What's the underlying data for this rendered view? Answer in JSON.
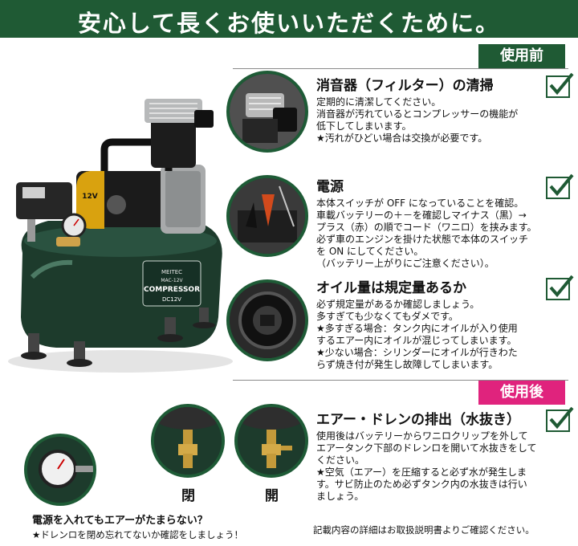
{
  "header": {
    "title": "安心して長くお使いいただくために。"
  },
  "tags": {
    "before": "使用前",
    "after": "使用後"
  },
  "items": [
    {
      "title": "消音器（フィルター）の清掃",
      "lines": [
        "定期的に清潔してください。",
        "消音器が汚れているとコンプレッサーの機能が",
        "低下してしまいます。",
        "★汚れがひどい場合は交換が必要です。"
      ]
    },
    {
      "title": "電源",
      "lines": [
        "本体スイッチが OFF になっていることを確認。",
        "車載バッテリーの＋－を確認しマイナス（黒）→",
        "プラス（赤）の順でコード（ワニロ）を挟みます。",
        "必ず車のエンジンを掛けた状態で本体のスイッチ",
        "を ON にしてください。",
        "（バッテリー上がりにご注意ください）。"
      ]
    },
    {
      "title": "オイル量は規定量あるか",
      "lines": [
        "必ず規定量があるか確認しましょう。",
        "多すぎても少なくてもダメです。",
        "★多すぎる場合：タンク内にオイルが入り使用",
        "するエアー内にオイルが混じってしまいます。",
        "★少ない場合：シリンダーにオイルが行きわた",
        "らず焼き付が発生し故障してしまいます。"
      ]
    },
    {
      "title": "エアー・ドレンの排出（水抜き）",
      "lines": [
        "使用後はバッテリーからワニロクリップを外して",
        "エアータンク下部のドレンロを開いて水抜きをして",
        "ください。",
        "★空気（エアー）を圧縮すると必ず水が発生しま",
        "す。サビ防止のため必ずタンク内の水抜きは行い",
        "ましょう。"
      ]
    }
  ],
  "compressor": {
    "voltage_badge": "12V",
    "brand": "MEITEC",
    "model": "MAC-12V",
    "name": "COMPRESSOR",
    "rating": "DC12V",
    "body_color": "#1d3b2c"
  },
  "valve_labels": {
    "closed": "閉",
    "open": "開"
  },
  "bottom": {
    "question": "電源を入れてもエアーがたまらない？",
    "note": "★ドレンロを閉め忘れてないか確認をしましょう！"
  },
  "footer_note": "記載内容の詳細はお取扱説明書よりご確認ください。",
  "colors": {
    "accent_green": "#1f5a34",
    "accent_pink": "#e0237d",
    "check_green": "#1f5a34"
  }
}
